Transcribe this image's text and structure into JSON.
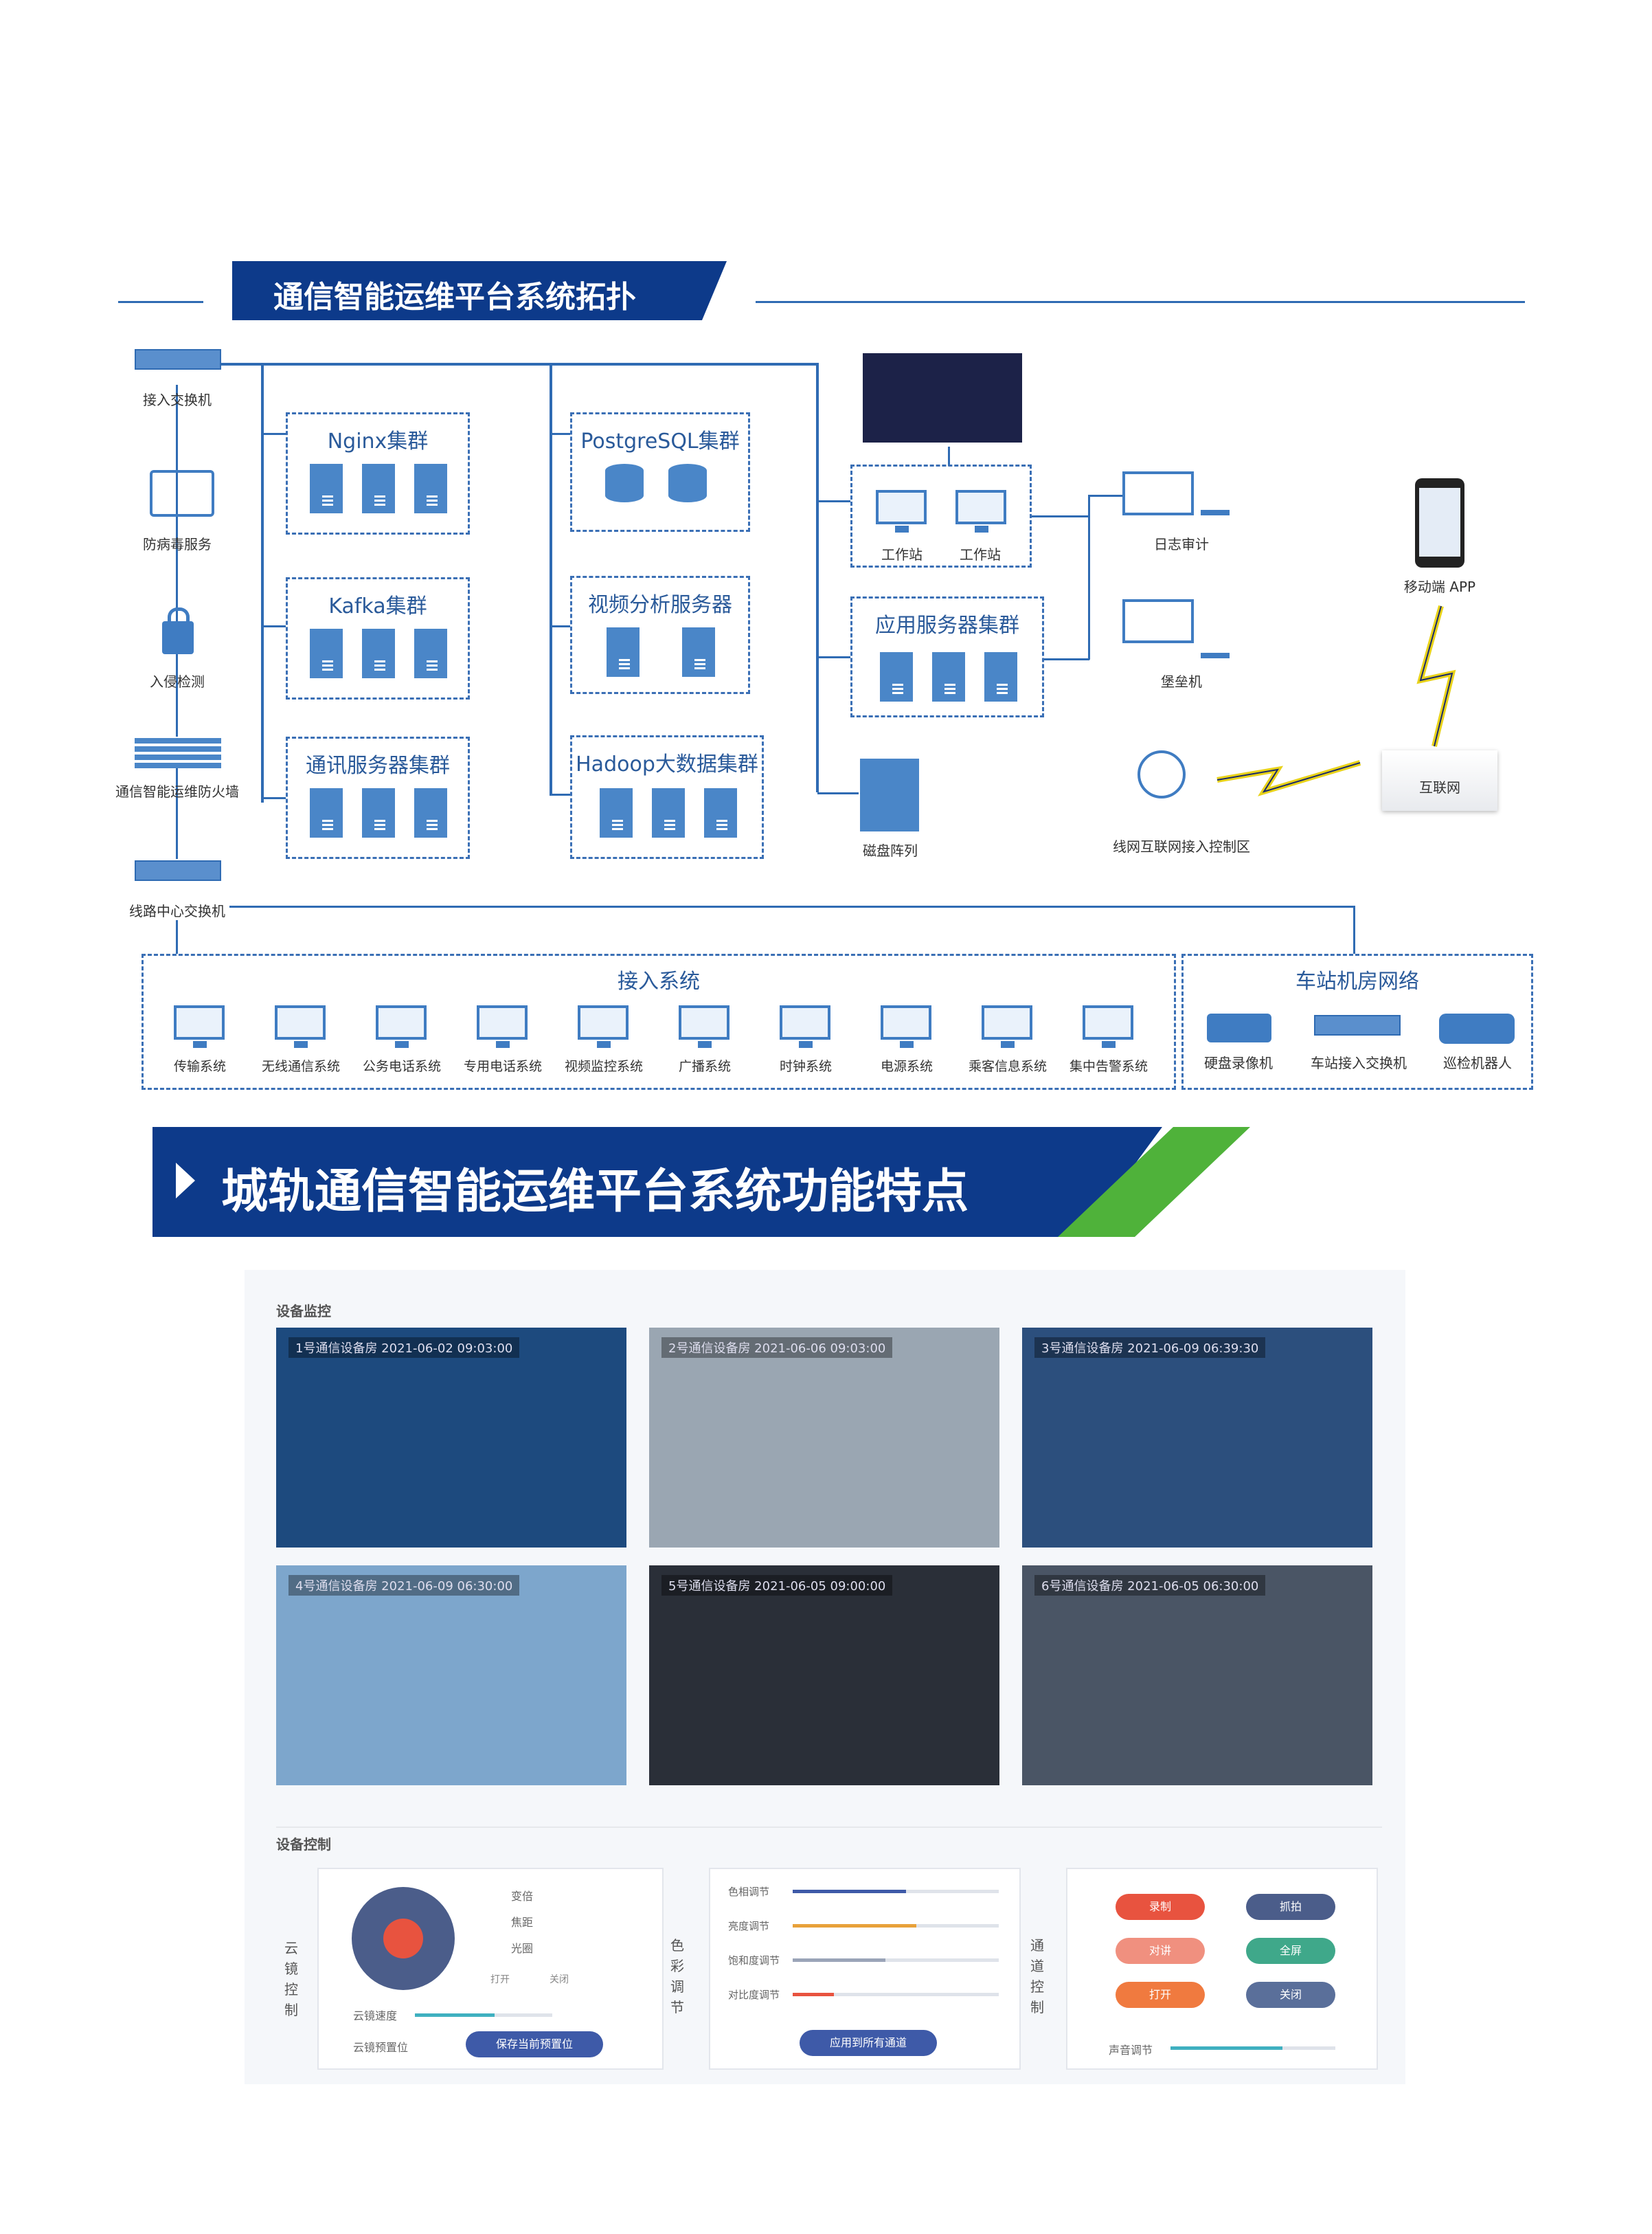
{
  "topology": {
    "title": "通信智能运维平台系统拓扑",
    "left_chain": [
      "接入交换机",
      "防病毒服务",
      "入侵检测",
      "通信智能运维防火墙",
      "线路中心交换机"
    ],
    "clusters": {
      "nginx": "Nginx集群",
      "kafka": "Kafka集群",
      "comm": "通讯服务器集群",
      "postgres": "PostgreSQL集群",
      "video": "视频分析服务器",
      "hadoop": "Hadoop大数据集群",
      "app": "应用服务器集群"
    },
    "workstation": "工作站",
    "disk_array": "磁盘阵列",
    "log_audit": "日志审计",
    "bastion": "堡垒机",
    "internet_zone": "线网互联网接入控制区",
    "internet": "互联网",
    "mobile": "移动端 APP",
    "access_system": {
      "title": "接入系统",
      "items": [
        "传输系统",
        "无线通信系统",
        "公务电话系统",
        "专用电话系统",
        "视频监控系统",
        "广播系统",
        "时钟系统",
        "电源系统",
        "乘客信息系统",
        "集中告警系统"
      ]
    },
    "station_network": {
      "title": "车站机房网络",
      "items": [
        "硬盘录像机",
        "车站接入交换机",
        "巡检机器人"
      ]
    }
  },
  "features": {
    "title": "城轨通信智能运维平台系统功能特点",
    "monitor_title": "设备监控",
    "cameras": [
      {
        "tag": "1号通信设备房  2021-06-02 09:03:00",
        "color": "#1d4a7e"
      },
      {
        "tag": "2号通信设备房  2021-06-06 09:03:00",
        "color": "#9aa6b2"
      },
      {
        "tag": "3号通信设备房  2021-06-09 06:39:30",
        "color": "#2c4f7d"
      },
      {
        "tag": "4号通信设备房  2021-06-09 06:30:00",
        "color": "#7da6cc"
      },
      {
        "tag": "5号通信设备房  2021-06-05 09:00:00",
        "color": "#2a2f38"
      },
      {
        "tag": "6号通信设备房  2021-06-05 06:30:00",
        "color": "#4a5565"
      }
    ],
    "control_title": "设备控制",
    "ptz": {
      "label": "云镜控制",
      "rows": [
        "变倍",
        "焦距",
        "光圈"
      ],
      "open": "打开",
      "close": "关闭",
      "speed": "云镜速度",
      "preset": "云镜预置位",
      "preset_btn": "保存当前预置位"
    },
    "color": {
      "label": "色彩调节",
      "rows": [
        "色相调节",
        "亮度调节",
        "饱和度调节",
        "对比度调节"
      ],
      "btn": "应用到所有通道"
    },
    "channel": {
      "label": "通道控制",
      "buttons": [
        "录制",
        "抓拍",
        "对讲",
        "全屏",
        "打开",
        "关闭"
      ],
      "volume": "声音调节"
    }
  }
}
